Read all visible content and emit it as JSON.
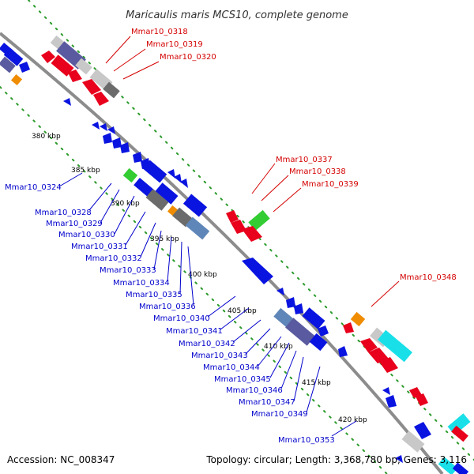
{
  "title": "Maricaulis maris MCS10, complete genome",
  "footer": {
    "accession": "Accession: NC_008347",
    "summary": "Topology: circular; Length: 3,368,780 bp; Genes: 3,116"
  },
  "colors": {
    "forward_gene": "#e8001c",
    "reverse_gene": "#0a14e0",
    "forward_label": "#d40000",
    "reverse_label": "#0000cc",
    "backbone": "#8c8c8c",
    "dotted_track": "#2b9a2b",
    "rna": "#33cc33",
    "pseudo": "#f08c00",
    "hypothetical_dark": "#6b6b6b",
    "hypothetical_light": "#c8c8c8",
    "steelblue": "#5f86b8",
    "slate": "#5a5aa0",
    "cyan": "#19e0e8"
  },
  "ticks": [
    "380 kbp",
    "385 kbp",
    "390 kbp",
    "395 kbp",
    "400 kbp",
    "405 kbp",
    "410 kbp",
    "415 kbp",
    "420 kbp"
  ],
  "forward_labels": [
    "Mmar10_0318",
    "Mmar10_0319",
    "Mmar10_0320",
    "Mmar10_0337",
    "Mmar10_0338",
    "Mmar10_0339",
    "Mmar10_0348"
  ],
  "reverse_labels": [
    "Mmar10_0324",
    "Mmar10_0328",
    "Mmar10_0329",
    "Mmar10_0330",
    "Mmar10_0331",
    "Mmar10_0332",
    "Mmar10_0333",
    "Mmar10_0334",
    "Mmar10_0335",
    "Mmar10_0336",
    "Mmar10_0340",
    "Mmar10_0341",
    "Mmar10_0342",
    "Mmar10_0343",
    "Mmar10_0344",
    "Mmar10_0345",
    "Mmar10_0346",
    "Mmar10_0347",
    "Mmar10_0349",
    "Mmar10_0353"
  ]
}
